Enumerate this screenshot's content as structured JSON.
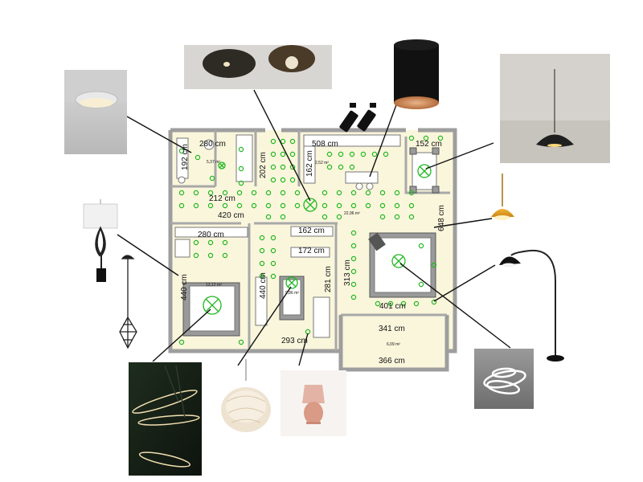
{
  "plan": {
    "dimensions": {
      "d280_top": "280 cm",
      "d192": "192 cm",
      "d202": "202 cm",
      "d162_v": "162 cm",
      "d508": "508 cm",
      "d152": "152 cm",
      "d212": "212 cm",
      "d420": "420 cm",
      "d648": "648 cm",
      "d280_mid": "280 cm",
      "d162_h": "162 cm",
      "d172": "172 cm",
      "d440_left": "440 cm",
      "d440_mid": "440 cm",
      "d281": "281 cm",
      "d313": "313 cm",
      "d401": "401 cm",
      "d341": "341 cm",
      "d293": "293 cm",
      "d366": "366 cm"
    },
    "areas": {
      "bath": "5,37 m²",
      "wc": "2,52 m²",
      "hall": "22,96 m²",
      "bedroom": "13,12 m²",
      "kids": "9,86 m²",
      "balcony": "6,09 m²"
    }
  },
  "fixtures": [
    {
      "name": "ceiling-flush-light-photo",
      "icon": "flush-mount-icon"
    },
    {
      "name": "dark-disc-sconces-photo",
      "icon": "disc-lamp-icon"
    },
    {
      "name": "black-cylinder-spot-photo",
      "icon": "cylinder-spot-icon"
    },
    {
      "name": "black-dome-pendant-photo",
      "icon": "dome-pendant-icon"
    },
    {
      "name": "twin-track-spots-photo",
      "icon": "track-spot-icon"
    },
    {
      "name": "white-table-lamp-photo",
      "icon": "table-lamp-icon"
    },
    {
      "name": "cage-pendant-photo",
      "icon": "cage-pendant-icon"
    },
    {
      "name": "yellow-pendant-photo",
      "icon": "yellow-pendant-icon"
    },
    {
      "name": "arc-floor-lamp-photo",
      "icon": "arc-lamp-icon"
    },
    {
      "name": "ring-chandelier-photo",
      "icon": "ring-chandelier-icon"
    },
    {
      "name": "spiral-ring-pendant-photo",
      "icon": "spiral-pendant-icon"
    },
    {
      "name": "feather-pendant-photo",
      "icon": "feather-pendant-icon"
    },
    {
      "name": "pink-table-lamp-photo",
      "icon": "pink-lamp-icon"
    }
  ],
  "colors": {
    "floor": "#faf6dc",
    "wall": "#9e9e9e",
    "light_marker": "#1fb81f",
    "leader": "#111111"
  }
}
